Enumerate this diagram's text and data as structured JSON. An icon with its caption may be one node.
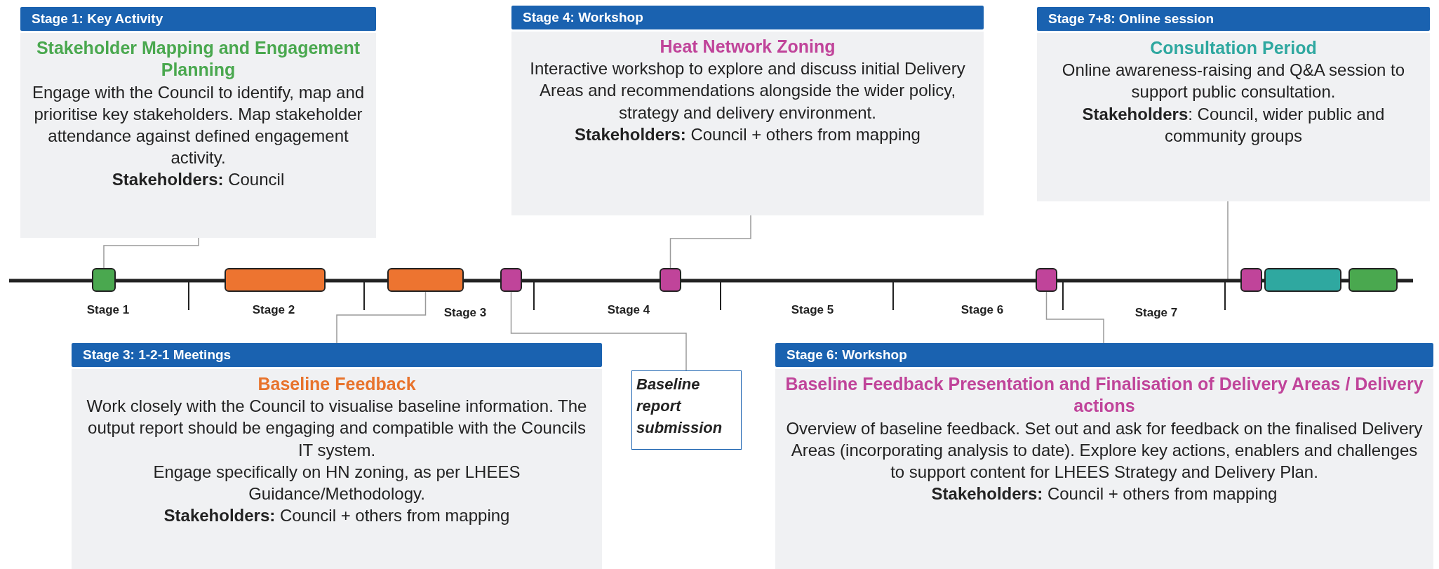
{
  "diagram": {
    "nodes": [
      {
        "text": [
          "Stage 1: Key Activity",
          "Stakeholder Mapping and Engagement Planning",
          "Engage with the Council to identify, map and prioritise key stakeholders. Map stakeholder attendance against defined engagement activity.",
          "**Stakeholders:** Council"
        ]
      },
      {
        "text": [
          "Stage 4: Workshop",
          "Heat Network Zoning",
          "Interactive workshop to explore and discuss initial Delivery Areas and recommendations alongside the wider policy, strategy and delivery environment.",
          "**Stakeholders:** Council + others from mapping"
        ]
      },
      {
        "text": [
          "Stage 7+8: Online session",
          "Consultation Period",
          "Online awareness-raising and Q&A session to support public consultation.",
          "**Stakeholders**: Council, wider public and community groups"
        ]
      },
      {
        "text": [],
        "shape": "box"
      },
      {
        "text": [],
        "shape": "box"
      },
      {
        "text": [],
        "shape": "box"
      },
      {
        "text": [],
        "shape": "box"
      },
      {
        "text": [],
        "shape": "box"
      },
      {
        "text": [],
        "shape": "box"
      },
      {
        "text": [],
        "shape": "box"
      },
      {
        "text": [],
        "shape": "box"
      },
      {
        "text": [],
        "shape": "box"
      },
      {
        "text": [
          "Stage 3: 1-2-1 Meetings",
          "Baseline Feedback",
          "Work closely with the Council to visualise baseline information. The output report should be engaging and compatible with the Councils IT system.",
          "Engage specifically on HN zoning, as per LHEES Guidance/Methodology.",
          "**Stakeholders:** Council + others from mapping"
        ]
      },
      {
        "text": [
          "Baseline report submission"
        ]
      },
      {
        "text": [
          "Stage 6: Workshop",
          "Baseline Feedback Presentation and Finalisation of Delivery Areas / Delivery actions",
          "Overview of baseline feedback. Set out and ask for feedback on the finalised Delivery Areas (incorporating analysis to date). Explore key actions, enablers and challenges to support content for LHEES Strategy and Delivery Plan.",
          "**Stakeholders:** Council + others from mapping"
        ]
      }
    ],
    "edges": [
      {
        "from": 0,
        "to": 3,
        "arrow": "none"
      },
      {
        "from": 12,
        "to": 5,
        "arrow": "none"
      },
      {
        "from": 13,
        "to": 6,
        "arrow": "none"
      },
      {
        "from": 1,
        "to": 7,
        "arrow": "none"
      },
      {
        "from": 14,
        "to": 8,
        "arrow": "none"
      },
      {
        "from": 2,
        "to": 9,
        "arrow": "none"
      }
    ],
    "labels": [
      "Stage 1",
      "Stage 2",
      "Stage 3",
      "Stage 4",
      "Stage 5",
      "Stage 6",
      "Stage 7"
    ]
  }
}
